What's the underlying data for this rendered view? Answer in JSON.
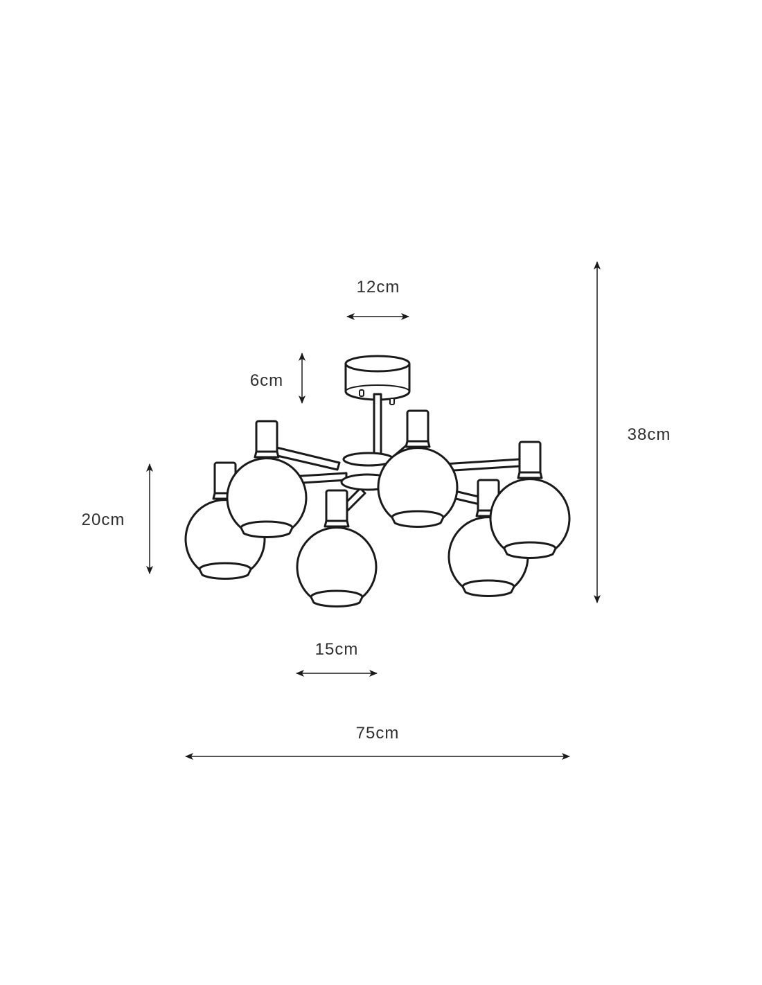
{
  "title": "Ceiling lamp dimension drawing",
  "dimensions": {
    "canopy_width": "12cm",
    "canopy_height": "6cm",
    "total_height": "38cm",
    "shade_height": "20cm",
    "shade_width": "15cm",
    "total_width": "75cm"
  },
  "lamp": {
    "arms": 6
  },
  "colors": {
    "line": "#1a1a1a",
    "text": "#2e2e2e"
  }
}
